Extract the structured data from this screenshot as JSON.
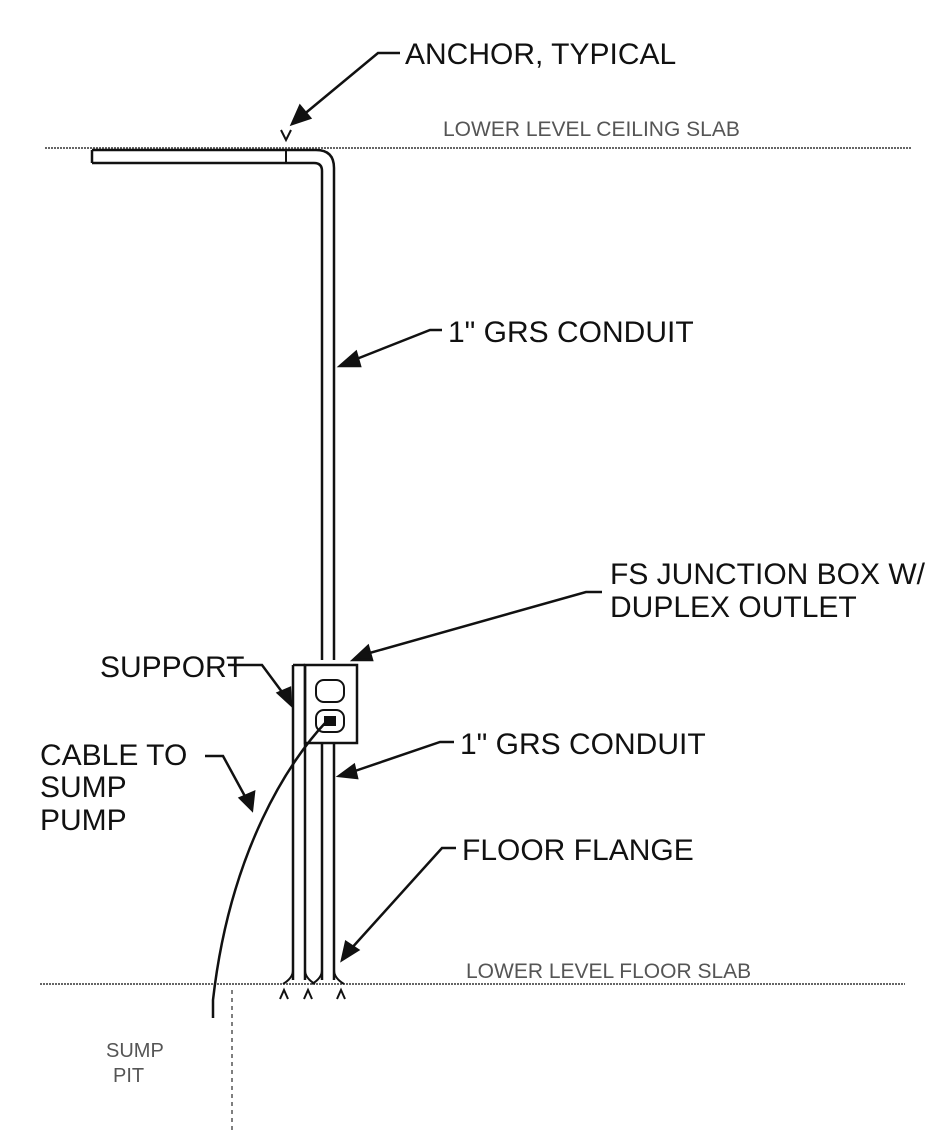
{
  "labels": {
    "anchor": "ANCHOR, TYPICAL",
    "ceiling_slab": "LOWER LEVEL CEILING SLAB",
    "conduit_upper": "1\" GRS CONDUIT",
    "junction_box_line1": "FS JUNCTION BOX W/",
    "junction_box_line2": "DUPLEX OUTLET",
    "support": "SUPPORT",
    "cable_line1": "CABLE TO",
    "cable_line2": "SUMP",
    "cable_line3": "PUMP",
    "conduit_lower": "1\" GRS CONDUIT",
    "floor_flange": "FLOOR FLANGE",
    "floor_slab": "LOWER LEVEL FLOOR SLAB",
    "sump_line1": "SUMP",
    "sump_line2": "PIT"
  },
  "colors": {
    "line": "#111111",
    "slab_text": "#555555"
  }
}
